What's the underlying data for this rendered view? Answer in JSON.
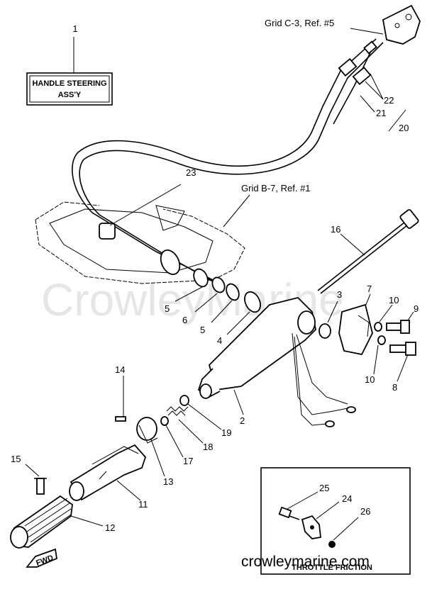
{
  "title_box": {
    "line1": "HANDLE STEERING",
    "line2": "ASS'Y",
    "number": "1"
  },
  "refs": {
    "grid_c3": "Grid C-3, Ref. #5",
    "grid_b7": "Grid B-7, Ref. #1"
  },
  "callouts": [
    {
      "id": "c20",
      "text": "20"
    },
    {
      "id": "c21",
      "text": "21"
    },
    {
      "id": "c22",
      "text": "22"
    },
    {
      "id": "c23",
      "text": "23"
    },
    {
      "id": "c16",
      "text": "16"
    },
    {
      "id": "c3",
      "text": "3"
    },
    {
      "id": "c7",
      "text": "7"
    },
    {
      "id": "c10a",
      "text": "10"
    },
    {
      "id": "c9",
      "text": "9"
    },
    {
      "id": "c10b",
      "text": "10"
    },
    {
      "id": "c8",
      "text": "8"
    },
    {
      "id": "c5a",
      "text": "5"
    },
    {
      "id": "c6",
      "text": "6"
    },
    {
      "id": "c5b",
      "text": "5"
    },
    {
      "id": "c4",
      "text": "4"
    },
    {
      "id": "c2",
      "text": "2"
    },
    {
      "id": "c14",
      "text": "14"
    },
    {
      "id": "c19",
      "text": "19"
    },
    {
      "id": "c18",
      "text": "18"
    },
    {
      "id": "c17",
      "text": "17"
    },
    {
      "id": "c13",
      "text": "13"
    },
    {
      "id": "c15",
      "text": "15"
    },
    {
      "id": "c11",
      "text": "11"
    },
    {
      "id": "c12",
      "text": "12"
    },
    {
      "id": "c25",
      "text": "25"
    },
    {
      "id": "c24",
      "text": "24"
    },
    {
      "id": "c26",
      "text": "26"
    }
  ],
  "inset": {
    "caption": "THROTTLE FRICTION"
  },
  "fwd_label": "FWD",
  "watermark": "CrowleyMarine",
  "website": "crowleymarine.com"
}
